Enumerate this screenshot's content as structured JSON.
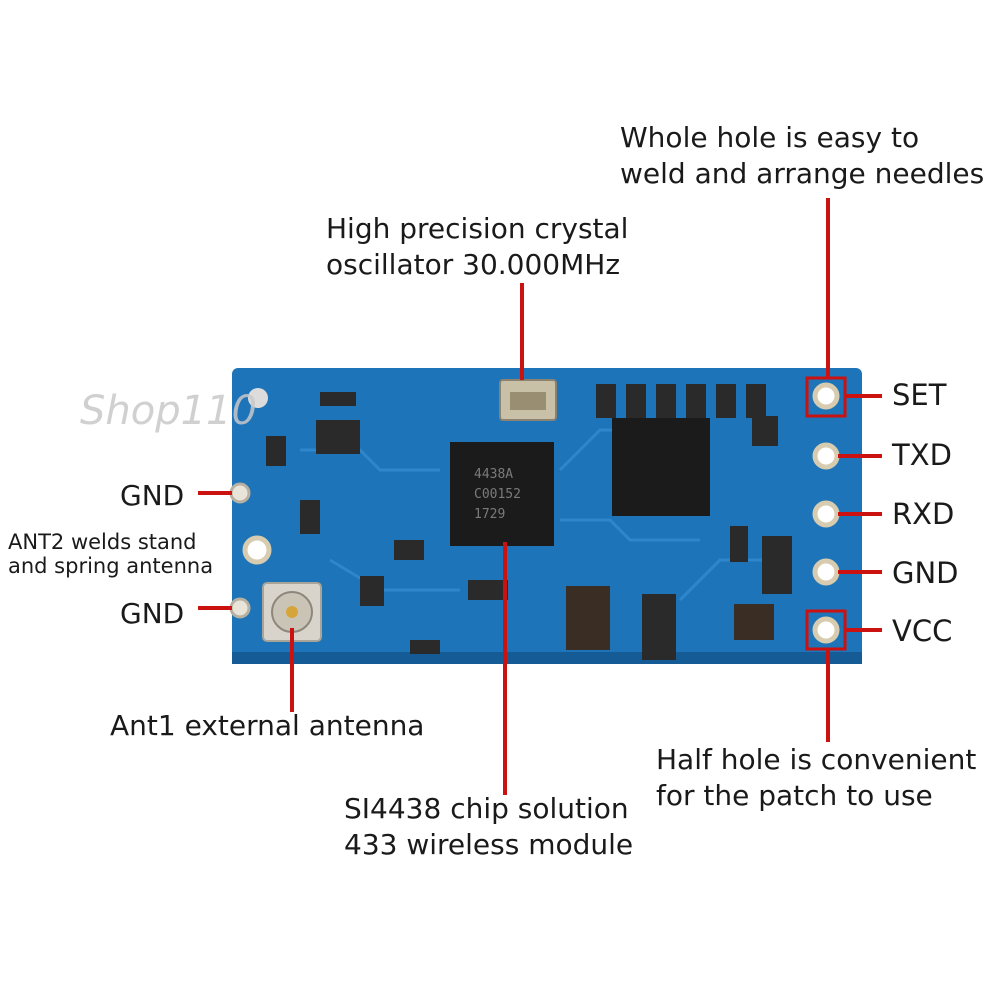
{
  "watermark": "Shop110",
  "callouts": {
    "whole_hole_1": "Whole hole is easy to",
    "whole_hole_2": "weld and arrange needles",
    "crystal_1": "High precision crystal",
    "crystal_2": "oscillator 30.000MHz",
    "ant2_1": "ANT2 welds stand",
    "ant2_2": "and spring antenna",
    "gnd_top": "GND",
    "gnd_bottom": "GND",
    "ant1": "Ant1 external antenna",
    "chip_1": "SI4438 chip solution",
    "chip_2": "433 wireless module",
    "half_hole_1": "Half hole is convenient",
    "half_hole_2": "for the patch to use"
  },
  "pins": [
    "SET",
    "TXD",
    "RXD",
    "GND",
    "VCC"
  ],
  "chip_marking": [
    "4438A",
    "C00152",
    "1729"
  ],
  "colors": {
    "pcb": "#1e74b8",
    "pcb_dark": "#155c96",
    "callout_line": "#cc1111",
    "pad": "#e8e4da"
  }
}
